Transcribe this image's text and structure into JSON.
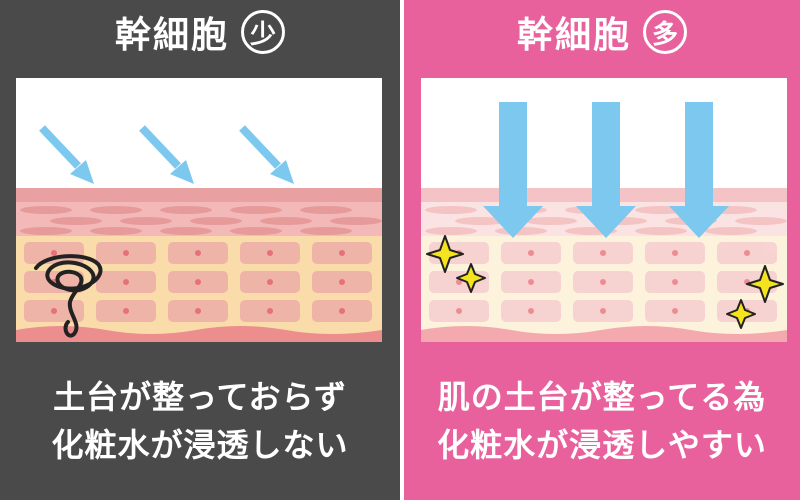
{
  "left": {
    "title": "幹細胞",
    "badge": "少",
    "caption_line1": "土台が整っておらず",
    "caption_line2": "化粧水が浸透しない"
  },
  "right": {
    "title": "幹細胞",
    "badge": "多",
    "caption_line1": "肌の土台が整ってる為",
    "caption_line2": "化粧水が浸透しやすい"
  },
  "colors": {
    "left_bg": "#4a4a4a",
    "right_bg": "#e8609c",
    "arrow": "#7cc8ee",
    "skin_top": "#e9a0a0",
    "dermis": "#f9dcaa",
    "sparkle": "#f5e31e"
  }
}
